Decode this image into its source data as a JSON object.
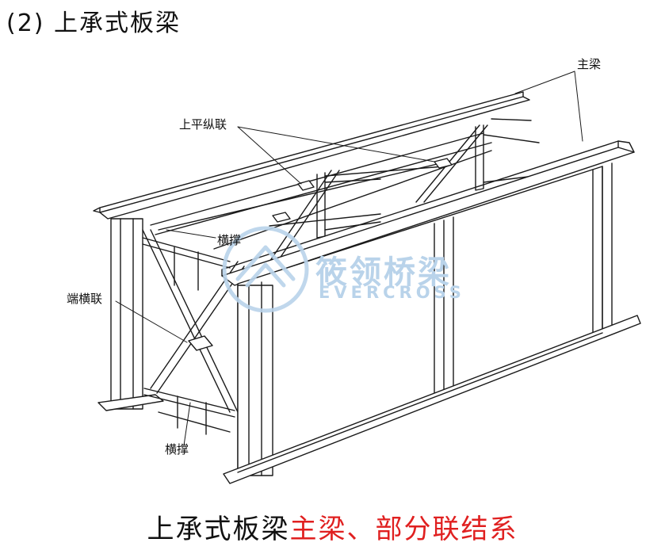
{
  "heading": "(2) 上承式板梁",
  "callouts": {
    "main_girder": "主梁",
    "top_lateral_bracing": "上平纵联",
    "cross_brace_top": "横撑",
    "end_cross_frame": "端横联",
    "cross_brace_bottom": "横撑"
  },
  "watermark": {
    "cn": "筱领桥梁",
    "en": "EVERCROSS"
  },
  "caption": {
    "black": "上承式板梁",
    "red": "主梁、部分联结系"
  },
  "colors": {
    "caption_black": "#111111",
    "caption_red": "#e02020",
    "watermark": "#b9d3ea"
  }
}
